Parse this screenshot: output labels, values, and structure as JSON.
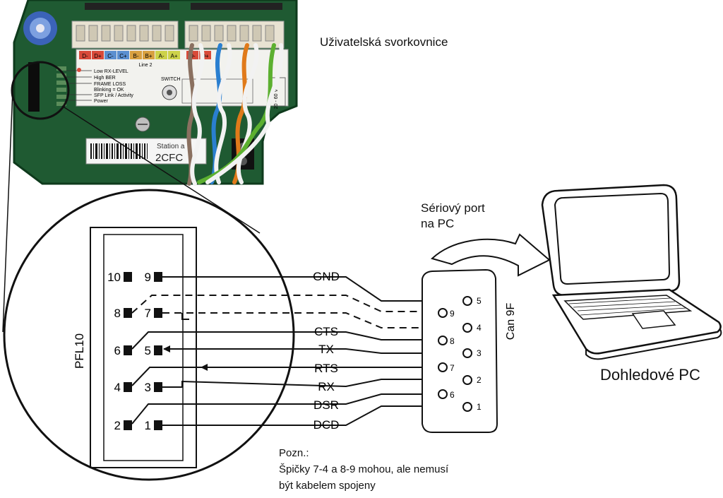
{
  "pcb": {
    "title": "Uživatelská svorkovnice",
    "terminal_labels": [
      "D-",
      "D+",
      "C-",
      "C+",
      "B-",
      "B+",
      "A-",
      "A+",
      "D-",
      "D+"
    ],
    "line_label": "Line 2",
    "led_legend": [
      "Low RX-LEVEL",
      "High BER",
      "FRAME LOSS",
      "Blinking = OK",
      "SFP Link / Activity",
      "Power"
    ],
    "switch_label": "SWITCH",
    "station_label": "Station a",
    "station_code": "2CFC",
    "voltage_label": "20 - 60 V"
  },
  "connector_pfl10": {
    "name": "PFL10",
    "pins": [
      "1",
      "2",
      "3",
      "4",
      "5",
      "6",
      "7",
      "8",
      "9",
      "10"
    ]
  },
  "signals": [
    "GND",
    "CTS",
    "TX",
    "RTS",
    "RX",
    "DSR",
    "DCD"
  ],
  "db9": {
    "name": "Can 9F",
    "pins": [
      "5",
      "9",
      "4",
      "8",
      "3",
      "7",
      "2",
      "6",
      "1"
    ]
  },
  "pc": {
    "port_label_line1": "Sériový port",
    "port_label_line2": "na PC",
    "name": "Dohledové PC"
  },
  "note": {
    "line1": "Pozn.:",
    "line2": "Špičky 7-4 a 8-9 mohou, ale nemusí",
    "line3": "být kabelem spojeny"
  },
  "colors": {
    "pcb_green": "#1f5a32",
    "wire_blue": "#2a7fd0",
    "wire_orange": "#e07a1a",
    "wire_green": "#5cb030",
    "wire_brown": "#8a7060",
    "terminal_red": "#d84a3a"
  }
}
